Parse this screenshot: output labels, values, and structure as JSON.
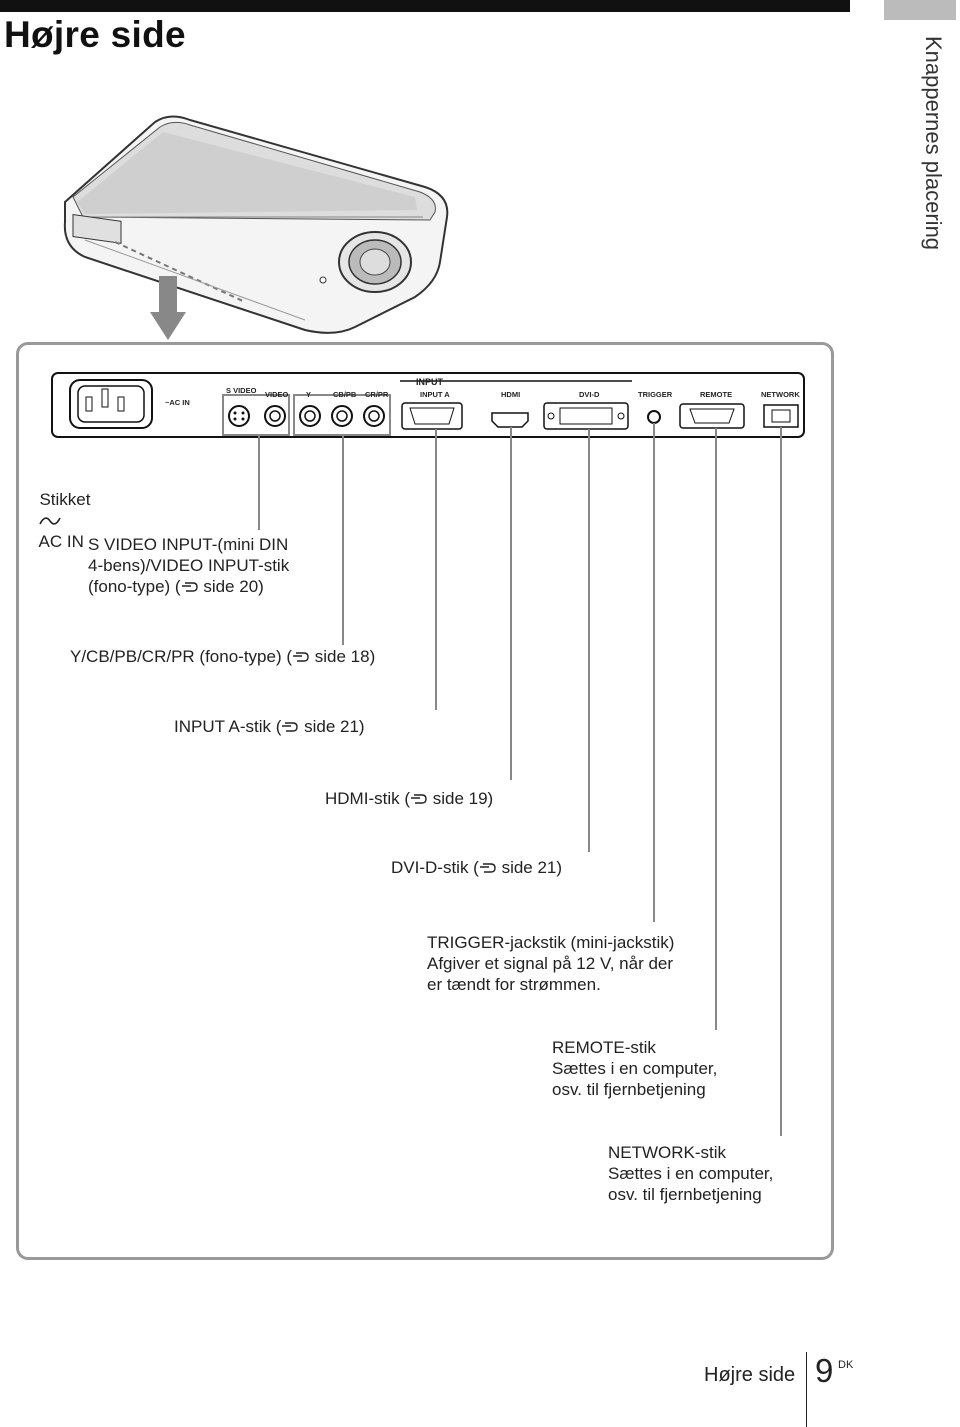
{
  "page": {
    "title": "Højre side",
    "side_tab": "Knappernes placering",
    "footer_label": "Højre side",
    "page_number": "9",
    "page_suffix": "DK"
  },
  "panel_labels": {
    "input_group": "INPUT",
    "ac_in": "~AC IN",
    "s_video": "S VIDEO",
    "video": "VIDEO",
    "y": "Y",
    "cb_pb": "CB/PB",
    "cr_pr": "CR/PR",
    "input_a": "INPUT A",
    "hdmi": "HDMI",
    "dvi_d": "DVI-D",
    "trigger": "TRIGGER",
    "remote": "REMOTE",
    "network": "NETWORK"
  },
  "callouts": {
    "ac_in": {
      "prefix": "Stikket",
      "suffix": "AC IN"
    },
    "svideo_line1": "S VIDEO INPUT-(mini DIN",
    "svideo_line2": "4-bens)/VIDEO INPUT-stik",
    "svideo_line3": "(fono-type) (",
    "svideo_ref": "side 20)",
    "ycbcr": "Y/CB/PB/CR/PR (fono-type) (",
    "ycbcr_ref": "side 18)",
    "input_a": "INPUT A-stik (",
    "input_a_ref": "side 21)",
    "hdmi": "HDMI-stik (",
    "hdmi_ref": "side 19)",
    "dvi": "DVI-D-stik (",
    "dvi_ref": "side 21)",
    "trigger_line1": "TRIGGER-jackstik (mini-jackstik)",
    "trigger_line2": "Afgiver et signal på 12 V, når der",
    "trigger_line3": "er tændt for strømmen.",
    "remote_line1": "REMOTE-stik",
    "remote_line2": "Sættes i en computer,",
    "remote_line3": "osv. til fjernbetjening",
    "network_line1": "NETWORK-stik",
    "network_line2": "Sættes i en computer,",
    "network_line3": "osv. til fjernbetjening"
  },
  "icons": [
    "projector-illustration",
    "down-arrow-icon",
    "ac-wave-icon",
    "hand-pointer-icon"
  ]
}
